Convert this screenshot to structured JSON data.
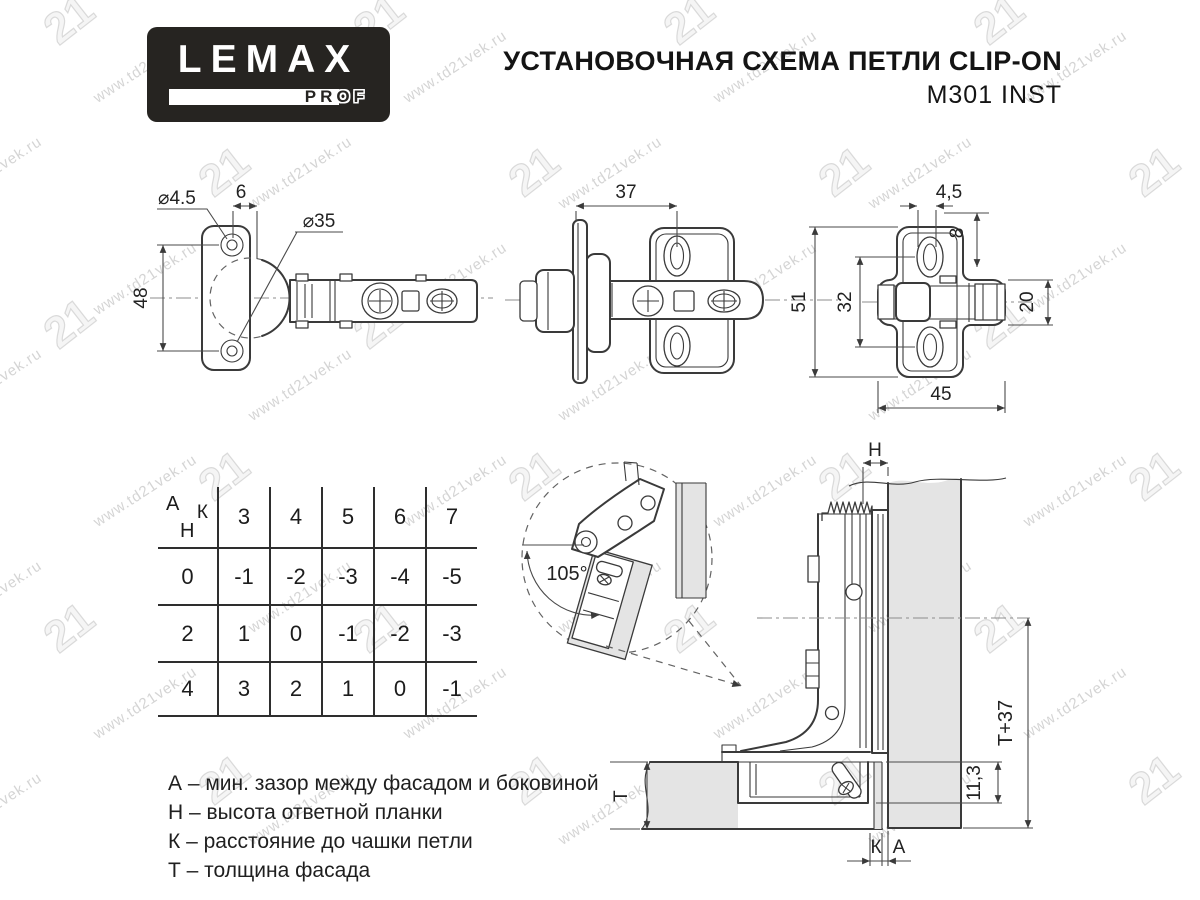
{
  "header": {
    "logo": {
      "brand": "LEMAX",
      "sub": "PROF"
    },
    "title": "УСТАНОВОЧНАЯ СХЕМА ПЕТЛИ CLIP-ON",
    "subtitle": "M301 INST"
  },
  "watermark": {
    "url_text": "www.td21vek.ru",
    "logo_text": "21"
  },
  "drawings": {
    "hinge_top_view": {
      "hole_diameter": "⌀4.5",
      "plate_offset": "6",
      "cup_diameter": "⌀35",
      "hole_spacing": "48"
    },
    "hinge_front_view": {
      "depth": "37"
    },
    "mounting_plate_view": {
      "slot_width": "4,5",
      "edge_to_hole": "8",
      "plate_height": "51",
      "hole_spacing": "32",
      "arm_width": "20",
      "plate_width": "45"
    },
    "section_view": {
      "plate_height_label": "Н",
      "opening_angle": "105°",
      "total_depth": "Т+37",
      "cup_depth": "11,3",
      "thickness_label": "Т",
      "cup_distance_label": "К",
      "gap_label": "А"
    }
  },
  "table": {
    "corner": {
      "a": "А",
      "k": "К",
      "h": "Н"
    },
    "col_headers": [
      "3",
      "4",
      "5",
      "6",
      "7"
    ],
    "rows": [
      {
        "h": "0",
        "values": [
          "-1",
          "-2",
          "-3",
          "-4",
          "-5"
        ]
      },
      {
        "h": "2",
        "values": [
          "1",
          "0",
          "-1",
          "-2",
          "-3"
        ]
      },
      {
        "h": "4",
        "values": [
          "3",
          "2",
          "1",
          "0",
          "-1"
        ]
      }
    ]
  },
  "legend": {
    "items": [
      "А – мин. зазор между фасадом и боковиной",
      "Н – высота ответной планки",
      "К – расстояние до чашки петли",
      "Т – толщина фасада"
    ]
  }
}
